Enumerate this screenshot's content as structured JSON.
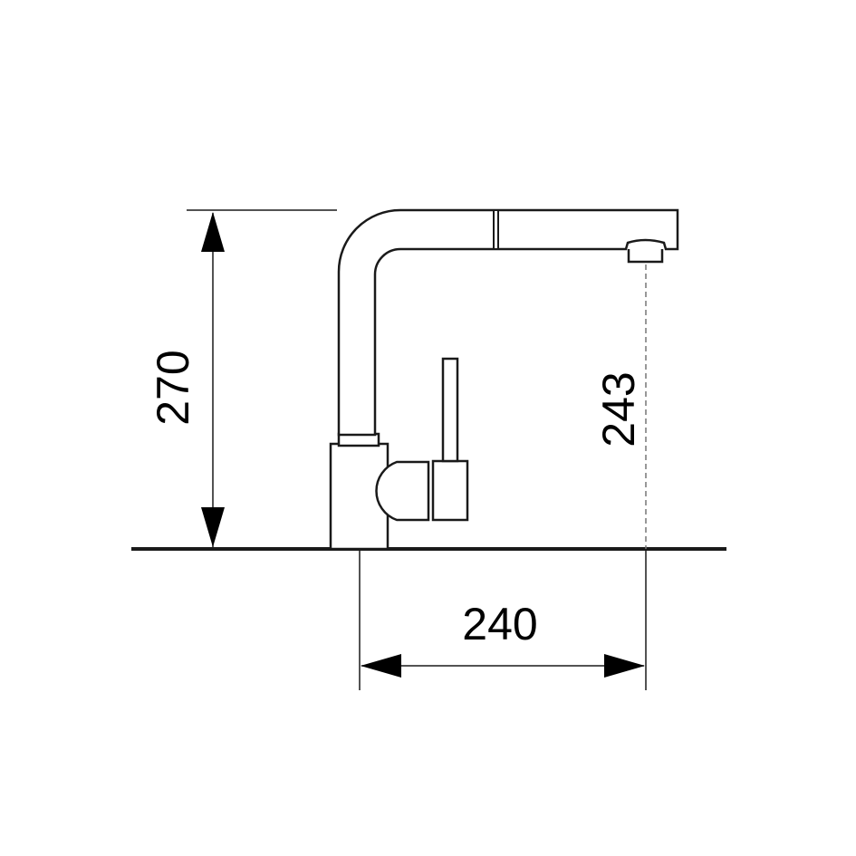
{
  "dimensions": {
    "total_height": "270",
    "spout_height": "243",
    "spout_reach": "240"
  }
}
